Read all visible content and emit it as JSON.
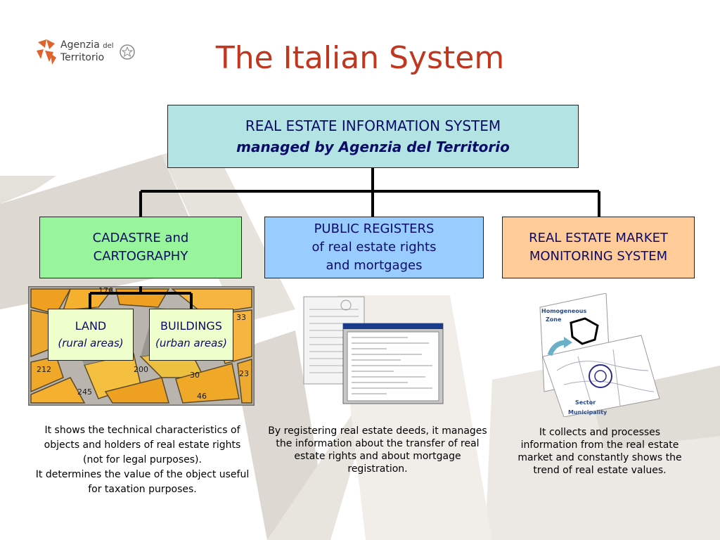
{
  "header": {
    "logo_line1": "Agenzia",
    "logo_line1_small": "del",
    "logo_line2": "Territorio",
    "title": "The Italian System"
  },
  "root_box": {
    "line1": "REAL ESTATE INFORMATION SYSTEM",
    "line2": "managed by Agenzia del Territorio"
  },
  "branches": [
    {
      "line1": "CADASTRE and",
      "line2": "CARTOGRAPHY",
      "line3": ""
    },
    {
      "line1": "PUBLIC REGISTERS",
      "line2": "of real estate rights",
      "line3": "and mortgages"
    },
    {
      "line1": "REAL ESTATE MARKET",
      "line2": "MONITORING SYSTEM",
      "line3": ""
    }
  ],
  "sub_boxes": [
    {
      "label": "LAND",
      "note": "(rural areas)"
    },
    {
      "label": "BUILDINGS",
      "note": "(urban areas)"
    }
  ],
  "map_labels": [
    "212",
    "245",
    "30",
    "23",
    "46",
    "200",
    "33",
    "176"
  ],
  "zone_labels": {
    "homogeneous": "Homogeneous",
    "zone": "Zone",
    "sector": "Sector",
    "municipality": "Municipality"
  },
  "descriptions": {
    "cadastre_p1": "It shows the technical characteristics of objects and holders of real estate rights (not for legal purposes).",
    "cadastre_p2": "It determines the value of the object useful for taxation purposes.",
    "registers": "By registering real estate deeds, it manages the information about the transfer of real estate rights and about mortgage registration.",
    "market": "It collects and processes information from the real estate market and constantly shows the trend of real estate values."
  },
  "colors": {
    "title": "#c0361f",
    "box_text": "#0b0b6a",
    "root_fill": "#b4e3e4",
    "cadastre_fill": "#99f59b",
    "registers_fill": "#99ccff",
    "market_fill": "#ffcc99",
    "sub_fill": "#eeffcc",
    "logo_orange": "#e0622d",
    "background_shape": "#ddd8d2"
  },
  "icons": [
    "agenzia-logo-icon",
    "italian-republic-emblem-icon",
    "cadastral-map-image",
    "register-documents-image",
    "zone-map-image"
  ]
}
